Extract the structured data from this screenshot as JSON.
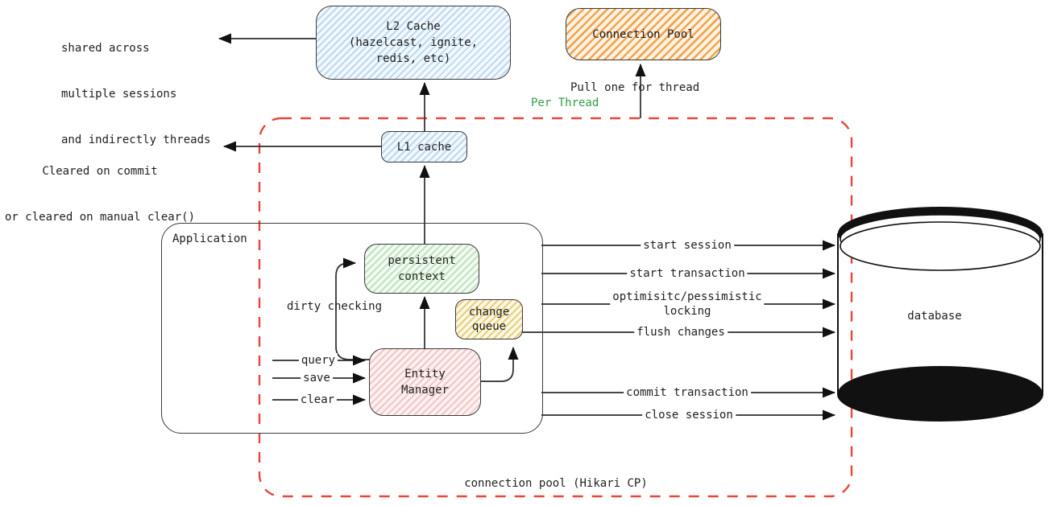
{
  "diagram": {
    "notes": {
      "shared_1": "shared across",
      "shared_2": "multiple sessions",
      "shared_3": "and indirectly threads",
      "cleared_1": "Cleared on commit",
      "cleared_2": "or cleared on manual clear()",
      "pull_one": "Pull one for thread",
      "per_thread": "Per Thread",
      "dirty_checking": "dirty checking",
      "pool_caption": "connection pool (Hikari CP)"
    },
    "boxes": {
      "l2_cache": {
        "line1": "L2 Cache",
        "line2": "(hazelcast, ignite,",
        "line3": "redis, etc)"
      },
      "connection_pool": {
        "label": "Connection Pool"
      },
      "l1_cache": {
        "label": "L1 cache"
      },
      "application": {
        "label": "Application"
      },
      "persistent_context": {
        "line1": "persistent",
        "line2": "context"
      },
      "change_queue": {
        "line1": "change",
        "line2": "queue"
      },
      "entity_manager": {
        "line1": "Entity",
        "line2": "Manager"
      },
      "database": {
        "label": "database"
      }
    },
    "em_inputs": [
      "query",
      "save",
      "clear"
    ],
    "db_ops": [
      {
        "label": "start session"
      },
      {
        "label": "start transaction"
      },
      {
        "line1": "optimisitc/pessimistic",
        "line2": "locking"
      },
      {
        "label": "flush changes"
      },
      {
        "label": "commit transaction"
      },
      {
        "label": "close session"
      }
    ],
    "colors": {
      "cache_fill": "#bcd9f0",
      "connection_pool_fill": "#f2a44e",
      "persistent_context_fill": "#bfe3bf",
      "change_queue_fill": "#e8d07e",
      "entity_manager_fill": "#f2c6c6",
      "per_thread_text": "#2f9e44",
      "thread_boundary_dash": "#e5483a",
      "line_color": "#2b2b2b"
    }
  }
}
